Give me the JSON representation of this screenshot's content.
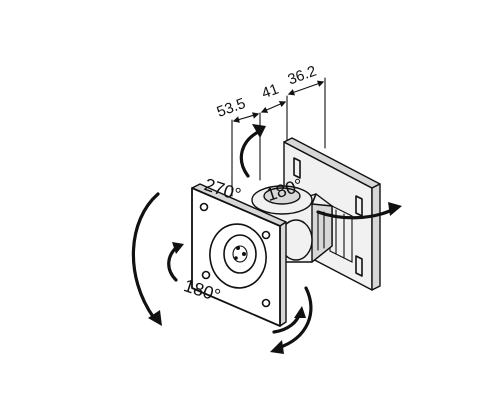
{
  "dimensions": {
    "d1": "53.5",
    "d2": "41",
    "d3": "36.2"
  },
  "angles": {
    "tilt": "270°",
    "swivel_top": "180°",
    "swivel_bottom": "180°"
  }
}
